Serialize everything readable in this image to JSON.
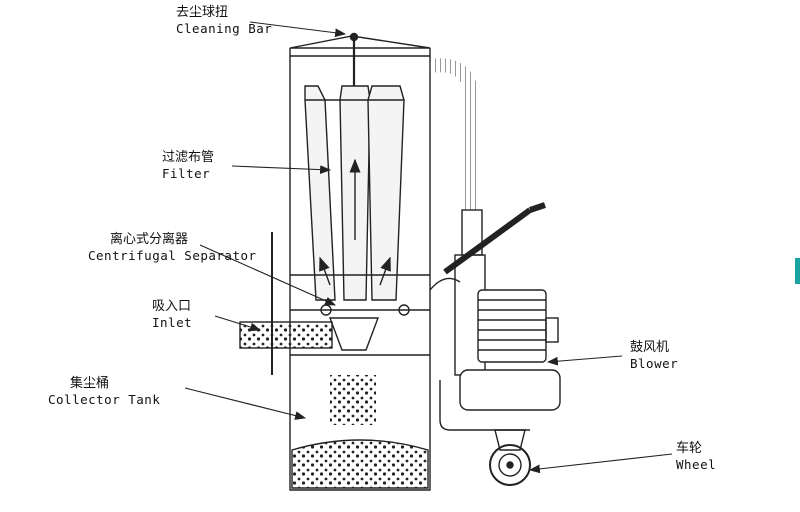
{
  "labels": {
    "cleaning_bar": {
      "zh": "去尘球扭",
      "en": "Cleaning Bar"
    },
    "filter": {
      "zh": "过滤布管",
      "en": "Filter"
    },
    "separator": {
      "zh": "离心式分离器",
      "en": "Centrifugal Separator"
    },
    "inlet": {
      "zh": "吸入口",
      "en": "Inlet"
    },
    "collector": {
      "zh": "集尘桶",
      "en": "Collector Tank"
    },
    "blower": {
      "zh": "鼓风机",
      "en": "Blower"
    },
    "wheel": {
      "zh": "车轮",
      "en": "Wheel"
    }
  },
  "colors": {
    "line": "#222222",
    "accent": "#1aa3a3"
  }
}
